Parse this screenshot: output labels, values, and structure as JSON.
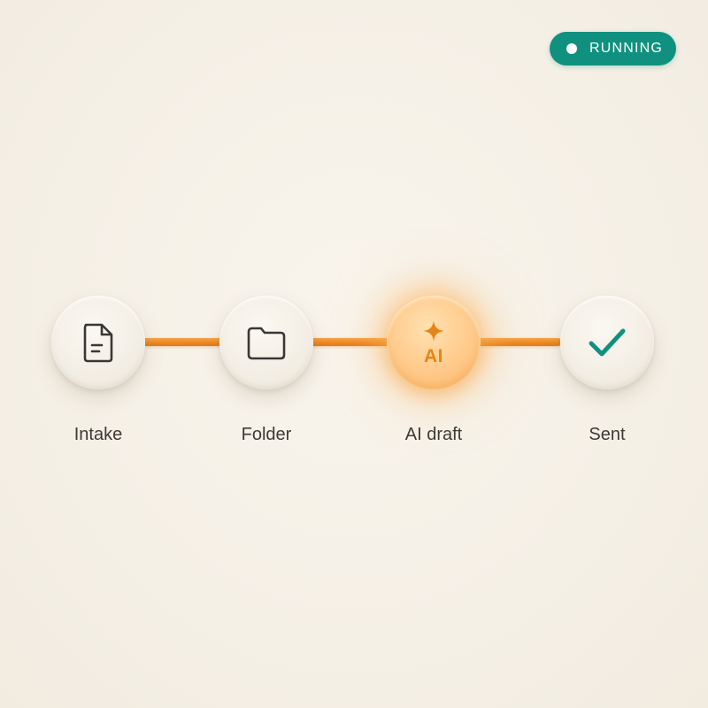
{
  "status": {
    "label": "RUNNING",
    "color": "#10917f"
  },
  "pipeline": {
    "steps": [
      {
        "label": "Intake",
        "icon": "document-icon",
        "state": "done"
      },
      {
        "label": "Folder",
        "icon": "folder-icon",
        "state": "done"
      },
      {
        "label": "AI draft",
        "icon": "sparkle-icon",
        "badge": "AI",
        "state": "active"
      },
      {
        "label": "Sent",
        "icon": "checkmark-icon",
        "state": "pending"
      }
    ],
    "connector_color": "#ee8a24",
    "active_color": "#f7a845",
    "check_color": "#10917f"
  }
}
